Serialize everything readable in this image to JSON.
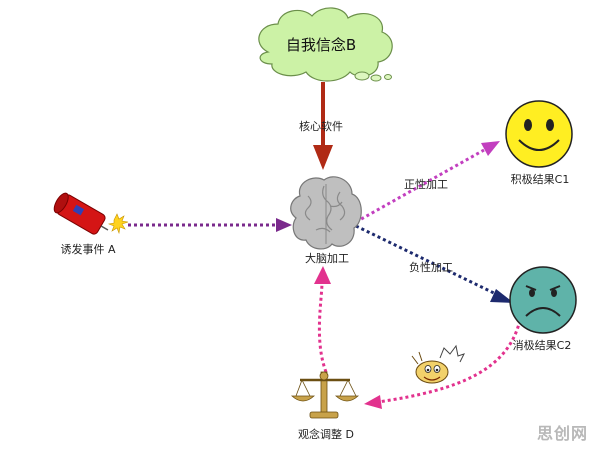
{
  "nodes": {
    "belief": "自我信念B",
    "event": "诱发事件 A",
    "brain": "大脑加工",
    "positive": "积极结果C1",
    "negative": "消极结果C2",
    "adjust": "观念调整 D"
  },
  "edges": {
    "core_software": "核心软件",
    "positive_processing": "正性加工",
    "negative_processing": "负性加工"
  },
  "colors": {
    "core_arrow": "#b02a15",
    "event_arrow": "#7a2a8c",
    "positive_arrow": "#c23fbf",
    "negative_arrow": "#1d2a6e",
    "feedback_arrow": "#e2328e",
    "cloud_fill": "#ccf2a6",
    "smile_fill": "#ffee22",
    "frown_fill": "#5fb3a9"
  },
  "watermark": "思创网"
}
